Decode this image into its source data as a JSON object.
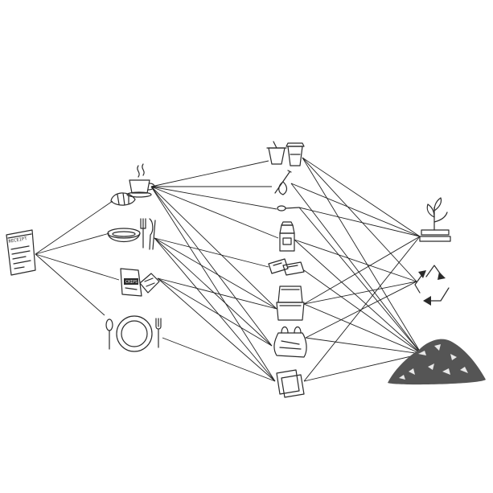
{
  "diagram": {
    "nodes": [
      {
        "id": "receipt",
        "icon": "receipt-icon",
        "label": "RECEIPT"
      },
      {
        "id": "coffee_croissant",
        "icon": "coffee-croissant-icon"
      },
      {
        "id": "bowl_cutlery",
        "icon": "bowl-cutlery-icon"
      },
      {
        "id": "snack_packs",
        "icon": "snack-packs-icon",
        "label": "CHIPS"
      },
      {
        "id": "plate_setting",
        "icon": "plate-setting-icon"
      },
      {
        "id": "cups",
        "icon": "cups-icon"
      },
      {
        "id": "straw_stirrer",
        "icon": "straw-stirrer-icon"
      },
      {
        "id": "spoon",
        "icon": "spoon-icon"
      },
      {
        "id": "carton",
        "icon": "carton-icon"
      },
      {
        "id": "sachets",
        "icon": "sachets-icon"
      },
      {
        "id": "clamshell",
        "icon": "clamshell-box-icon"
      },
      {
        "id": "bag",
        "icon": "plastic-bag-icon"
      },
      {
        "id": "napkins",
        "icon": "napkins-icon"
      },
      {
        "id": "compost",
        "icon": "plant-compost-icon"
      },
      {
        "id": "recycle",
        "icon": "recycle-icon"
      },
      {
        "id": "landfill",
        "icon": "landfill-pile-icon"
      }
    ],
    "edges": [
      [
        "receipt",
        "coffee_croissant"
      ],
      [
        "receipt",
        "bowl_cutlery"
      ],
      [
        "receipt",
        "snack_packs"
      ],
      [
        "receipt",
        "plate_setting"
      ],
      [
        "coffee_croissant",
        "cups"
      ],
      [
        "coffee_croissant",
        "straw_stirrer"
      ],
      [
        "coffee_croissant",
        "spoon"
      ],
      [
        "coffee_croissant",
        "carton"
      ],
      [
        "coffee_croissant",
        "clamshell"
      ],
      [
        "coffee_croissant",
        "bag"
      ],
      [
        "coffee_croissant",
        "napkins"
      ],
      [
        "bowl_cutlery",
        "sachets"
      ],
      [
        "bowl_cutlery",
        "clamshell"
      ],
      [
        "bowl_cutlery",
        "bag"
      ],
      [
        "bowl_cutlery",
        "napkins"
      ],
      [
        "snack_packs",
        "clamshell"
      ],
      [
        "snack_packs",
        "bag"
      ],
      [
        "snack_packs",
        "napkins"
      ],
      [
        "plate_setting",
        "napkins"
      ],
      [
        "cups",
        "compost"
      ],
      [
        "cups",
        "recycle"
      ],
      [
        "cups",
        "landfill"
      ],
      [
        "straw_stirrer",
        "compost"
      ],
      [
        "straw_stirrer",
        "landfill"
      ],
      [
        "spoon",
        "compost"
      ],
      [
        "spoon",
        "landfill"
      ],
      [
        "carton",
        "recycle"
      ],
      [
        "carton",
        "landfill"
      ],
      [
        "sachets",
        "landfill"
      ],
      [
        "clamshell",
        "compost"
      ],
      [
        "clamshell",
        "recycle"
      ],
      [
        "clamshell",
        "landfill"
      ],
      [
        "bag",
        "recycle"
      ],
      [
        "bag",
        "landfill"
      ],
      [
        "napkins",
        "compost"
      ],
      [
        "napkins",
        "landfill"
      ]
    ]
  },
  "colors": {
    "ink": "#2a2a2a",
    "edge": "#222222",
    "landfill": "#555555"
  }
}
